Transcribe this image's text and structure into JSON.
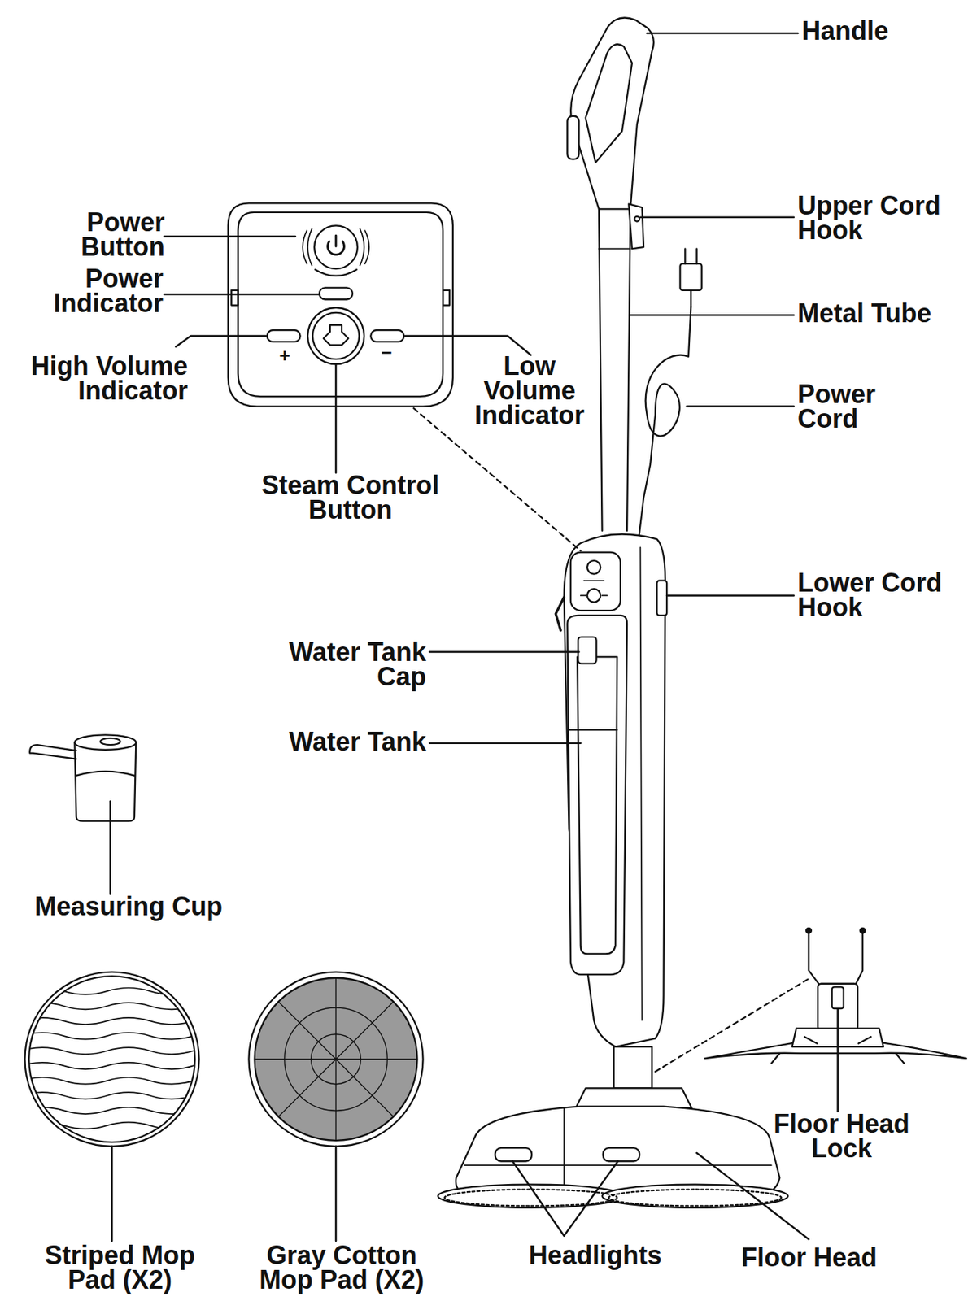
{
  "diagram": {
    "labels": [
      "Handle",
      "Upper Cord Hook",
      "Power Button",
      "Power Indicator",
      "High Volume Indicator",
      "+",
      "−",
      "Low Volume Indicator",
      "Metal Tube",
      "Power Cord",
      "Steam Control Button",
      "Lower Cord Hook",
      "Water Tank Cap",
      "Water Tank",
      "Measuring Cup",
      "Floor Head Lock",
      "Striped Mop Pad (X2)",
      "Gray Cotton Mop Pad (X2)",
      "Headlights",
      "Floor Head"
    ]
  }
}
